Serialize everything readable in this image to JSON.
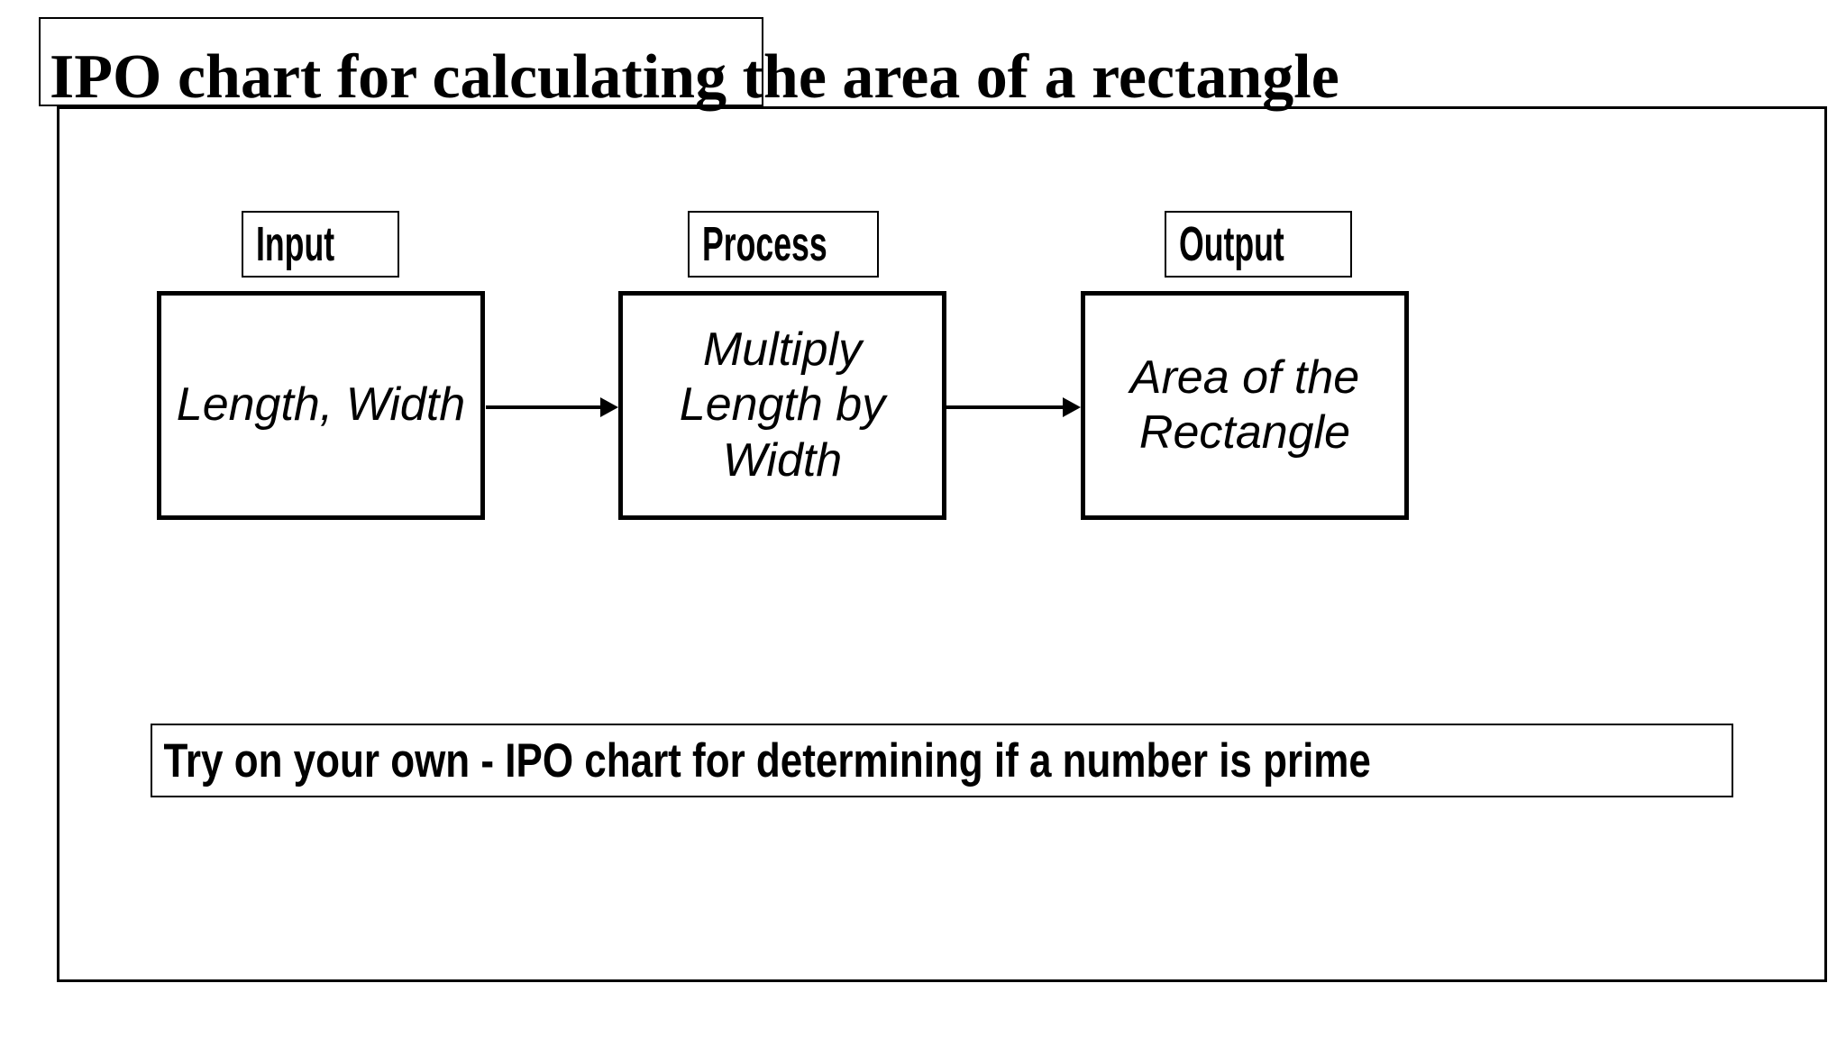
{
  "title": "IPO chart for calculating the area of a rectangle",
  "diagram": {
    "stages": [
      {
        "label": "Input",
        "content": "Length, Width"
      },
      {
        "label": "Process",
        "content": "Multiply Length by Width"
      },
      {
        "label": "Output",
        "content": "Area of the Rectangle"
      }
    ],
    "arrows": [
      {
        "from": "Input",
        "to": "Process"
      },
      {
        "from": "Process",
        "to": "Output"
      }
    ],
    "footer": "Try on your own - IPO chart for determining if a number is prime"
  },
  "colors": {
    "ink": "#000000",
    "background": "#ffffff"
  }
}
